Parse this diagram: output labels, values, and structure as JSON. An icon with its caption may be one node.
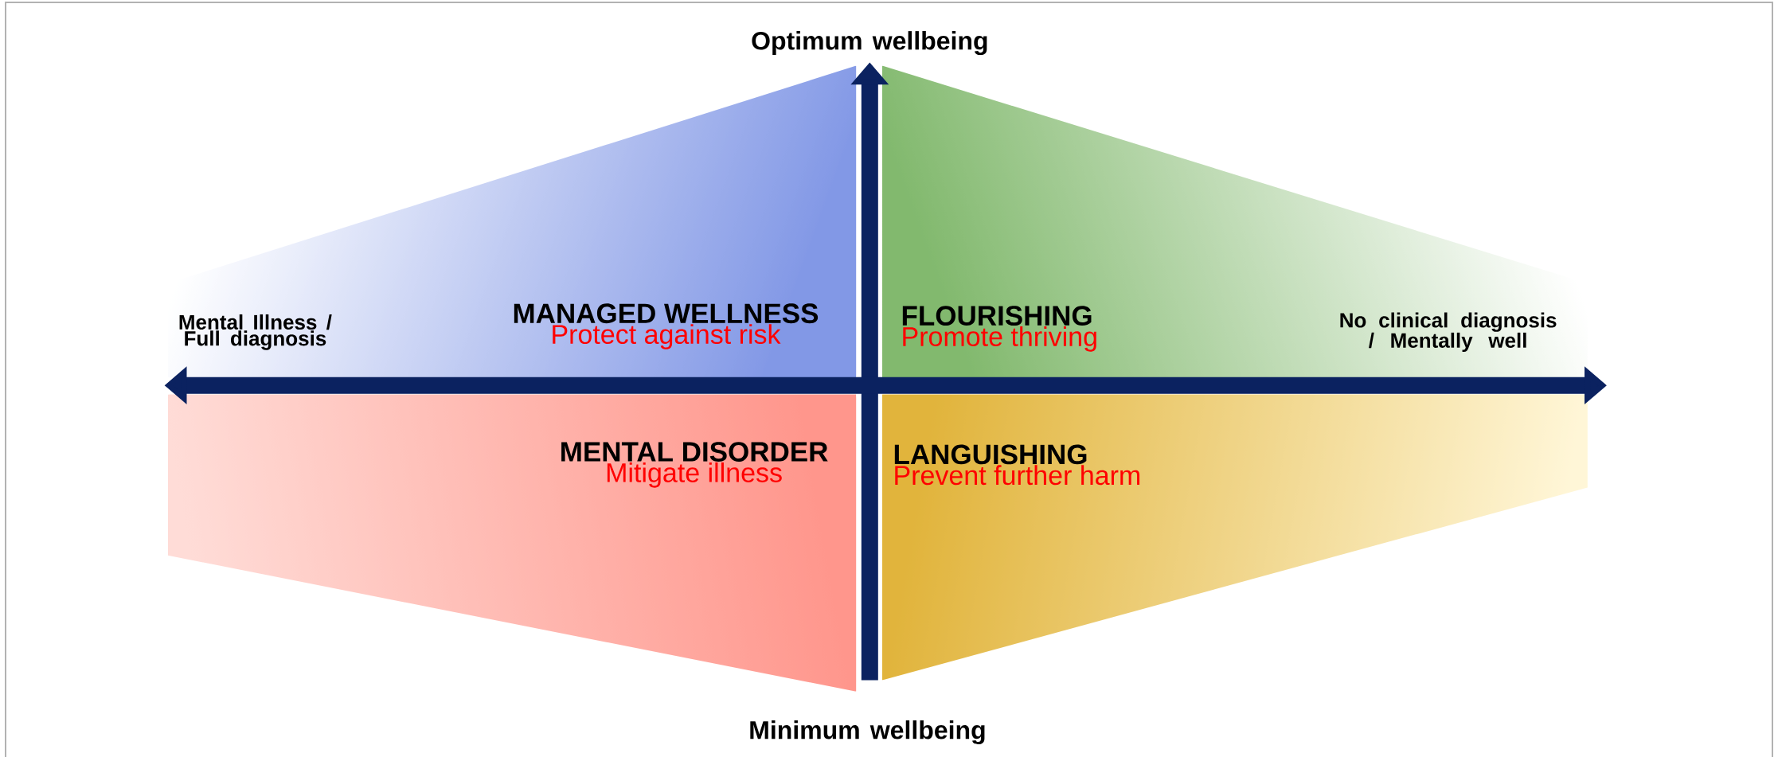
{
  "diagram": {
    "nodes": [
      {
        "text": [
          "MANAGED WELLNESS",
          "Protect against risk"
        ]
      },
      {
        "text": [
          "FLOURISHING",
          "Promote thriving"
        ]
      },
      {
        "text": [
          "MENTAL DISORDER",
          "Mitigate illness"
        ]
      },
      {
        "text": [
          "LANGUISHING",
          "Prevent further harm"
        ]
      }
    ],
    "labels": [
      "Optimum wellbeing",
      "Mental Illness / Full diagnosis",
      "No clinical diagnosis / Mentally well",
      "Minimum wellbeing"
    ]
  }
}
